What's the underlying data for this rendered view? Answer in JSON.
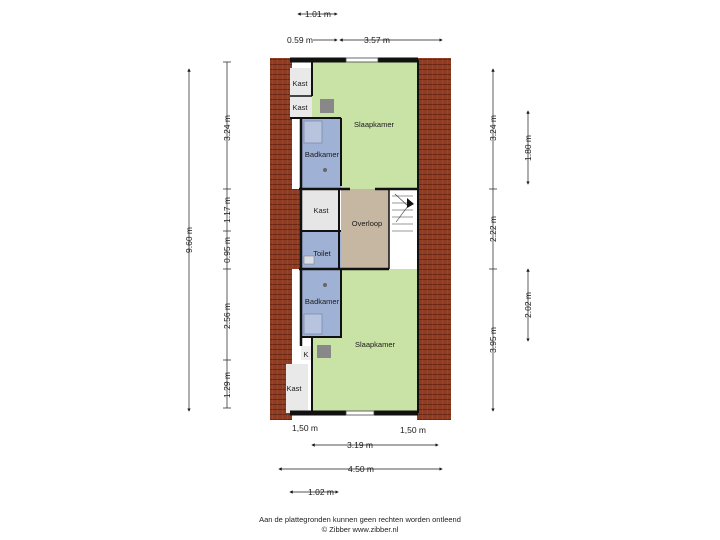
{
  "rooms": {
    "slaapkamer_top": "Slaapkamer",
    "kast_1": "Kast",
    "kast_2": "Kast",
    "badkamer_top": "Badkamer",
    "kast_mid": "Kast",
    "overloop": "Overloop",
    "toilet": "Toilet",
    "badkamer_bottom": "Badkamer",
    "k": "K",
    "kast_bottom": "Kast",
    "slaapkamer_bottom": "Slaapkamer"
  },
  "dimensions": {
    "top_1": "1.01 m",
    "top_2": "0.59 m",
    "top_3": "3.57 m",
    "left_total": "9.60 m",
    "left_1": "3.24 m",
    "left_2": "1.17 m",
    "left_3": "0.95 m",
    "left_4": "2.56 m",
    "left_5": "1.29 m",
    "right_1": "3.24 m",
    "right_2": "2.22 m",
    "right_3": "3.95 m",
    "far_right_1": "1.80 m",
    "far_right_2": "2.02 m",
    "bottom_1": "1,50 m",
    "bottom_2": "1,50 m",
    "bottom_3": "3.19 m",
    "bottom_4": "4.50 m",
    "bottom_5": "1.02 m"
  },
  "footer": {
    "line1": "Aan de plattegronden kunnen geen rechten worden ontleend",
    "line2": "© Zibber www.zibber.nl"
  },
  "colors": {
    "bedroom": "#c9e2a6",
    "bathroom": "#9fb1d4",
    "landing": "#c6b7a3",
    "storage": "#e4e4e4",
    "roof": "#8b3a22",
    "wall": "#111111"
  }
}
